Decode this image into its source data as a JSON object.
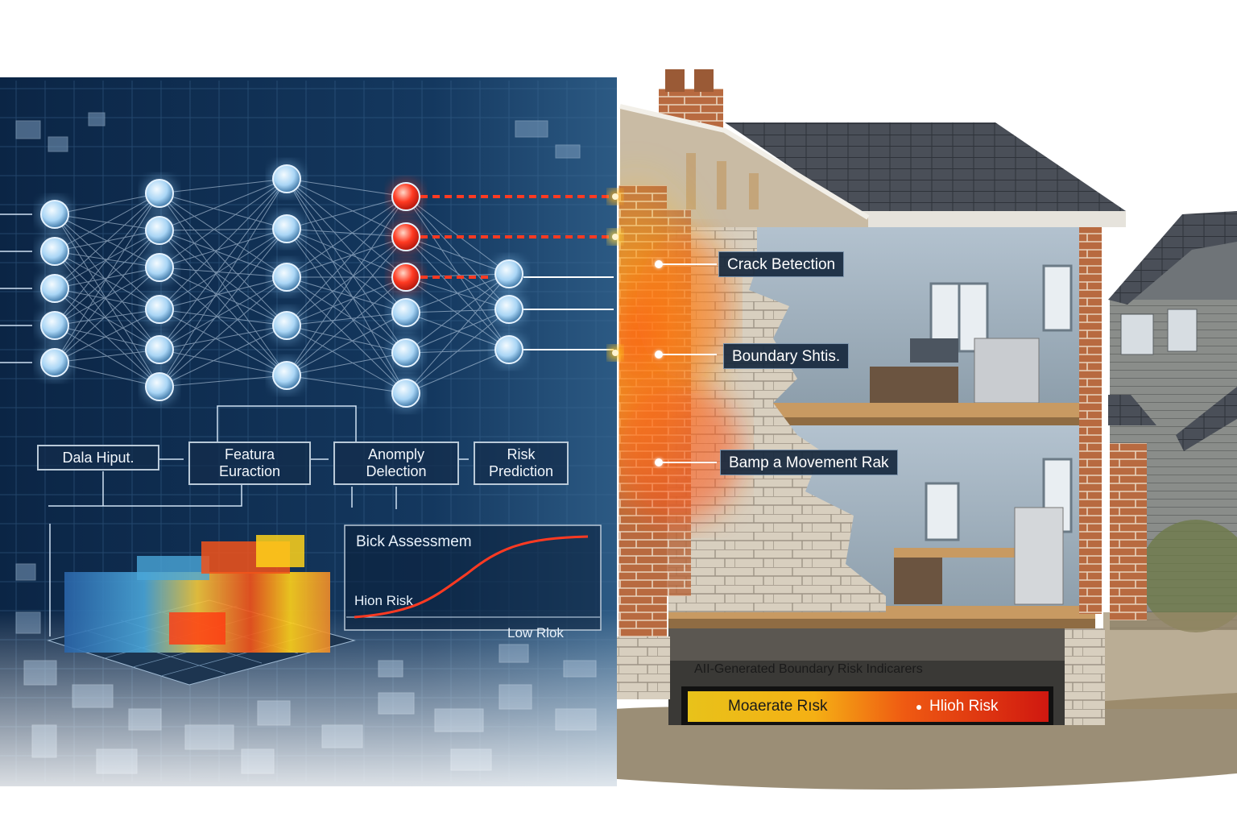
{
  "pipeline": {
    "step1": "Dala Hiput.",
    "step2_line1": "Featura",
    "step2_line2": "Euraction",
    "step3_line1": "Anomply",
    "step3_line2": "Delection",
    "step4_line1": "Risk",
    "step4_line2": "Prediction"
  },
  "assessment": {
    "title": "Bick Assessmem",
    "high": "Hion Risk",
    "low": "Low Rlok"
  },
  "house_callouts": {
    "crack": "Crack Betection",
    "boundary": "Boundary Shtis.",
    "movement": "Bamp a Movement Rak"
  },
  "legend": {
    "title": "AII-Generated Boundary Risk Indicarers",
    "moderate": "Moaerate Rısk",
    "high": "Hlioh Risk"
  },
  "colors": {
    "panel_bg": "#0d2a4a",
    "node_glow": "#9fd3ff",
    "alert_red": "#ff2a1a",
    "brick": "#b5653a",
    "heat_yellow": "#ffc21a"
  }
}
